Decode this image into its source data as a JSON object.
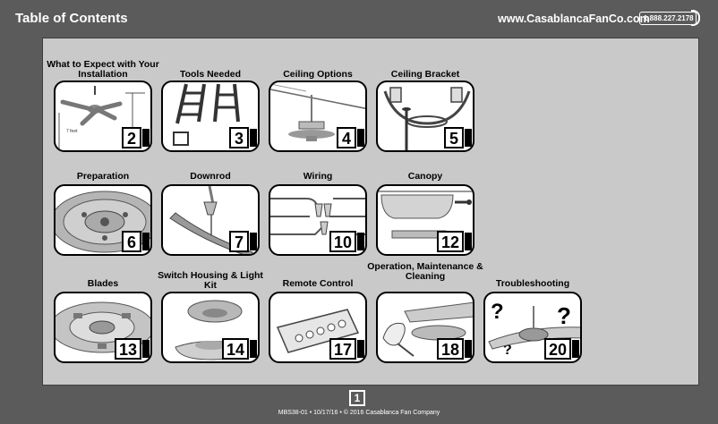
{
  "header": {
    "title": "Table of Contents",
    "website": "www.CasablancaFanCo.com",
    "phone": "1.888.227.2178"
  },
  "items": [
    {
      "label": "What to Expect with Your Installation",
      "page": "2",
      "icon": "fan-height-illustration"
    },
    {
      "label": "Tools Needed",
      "page": "3",
      "icon": "ladder-illustration"
    },
    {
      "label": "Ceiling Options",
      "page": "4",
      "icon": "ceiling-mount-illustration"
    },
    {
      "label": "Ceiling Bracket",
      "page": "5",
      "icon": "bracket-illustration"
    },
    {
      "label": "Preparation",
      "page": "6",
      "icon": "motor-housing-illustration"
    },
    {
      "label": "Downrod",
      "page": "7",
      "icon": "downrod-illustration"
    },
    {
      "label": "Wiring",
      "page": "10",
      "icon": "wiring-illustration"
    },
    {
      "label": "Canopy",
      "page": "12",
      "icon": "canopy-illustration"
    },
    {
      "label": "Blades",
      "page": "13",
      "icon": "blade-mount-illustration"
    },
    {
      "label": "Switch Housing & Light Kit",
      "page": "14",
      "icon": "light-kit-illustration"
    },
    {
      "label": "Remote Control",
      "page": "17",
      "icon": "remote-illustration"
    },
    {
      "label": "Operation, Maintenance & Cleaning",
      "page": "18",
      "icon": "cleaning-illustration"
    },
    {
      "label": "Troubleshooting",
      "page": "20",
      "icon": "question-marks-illustration"
    }
  ],
  "footer": {
    "page_number": "1",
    "text": "MBS38-01 • 10/17/16 • © 2016 Casablanca Fan Company"
  }
}
